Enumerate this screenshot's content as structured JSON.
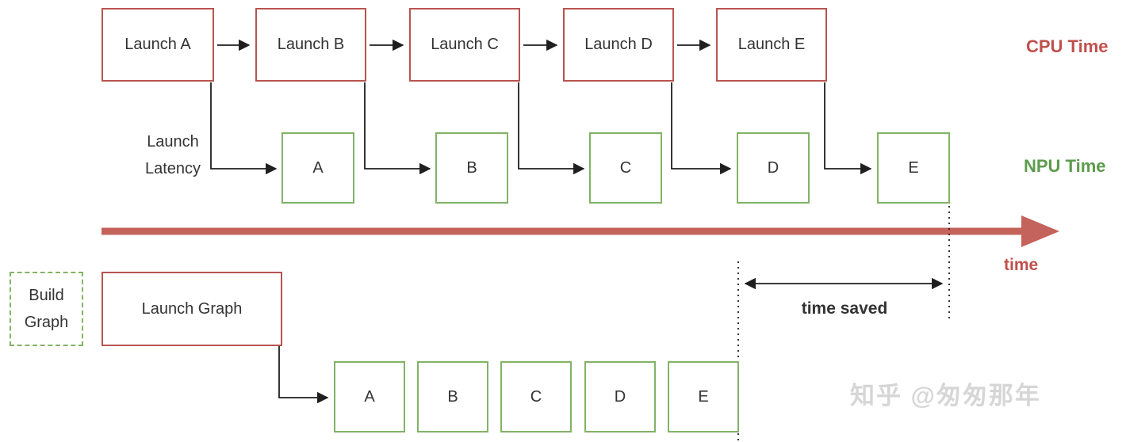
{
  "cpu_row": {
    "boxes": [
      "Launch A",
      "Launch B",
      "Launch C",
      "Launch D",
      "Launch E"
    ],
    "axis_label": "CPU Time"
  },
  "npu_row": {
    "latency_label": "Launch\nLatency",
    "boxes": [
      "A",
      "B",
      "C",
      "D",
      "E"
    ],
    "axis_label": "NPU Time"
  },
  "time_axis": {
    "label": "time"
  },
  "graph_section": {
    "build_label": "Build\nGraph",
    "launch_label": "Launch Graph",
    "boxes": [
      "A",
      "B",
      "C",
      "D",
      "E"
    ],
    "time_saved_label": "time saved"
  },
  "watermark": "知乎 @匆匆那年",
  "colors": {
    "red-stroke": "#b85450",
    "red-text": "#c0504d",
    "green-stroke": "#82b366",
    "green-text": "#5c9c4c",
    "axis": "#c4625c",
    "ink": "#1f1f1f",
    "watermark": "#d6d6d6"
  }
}
